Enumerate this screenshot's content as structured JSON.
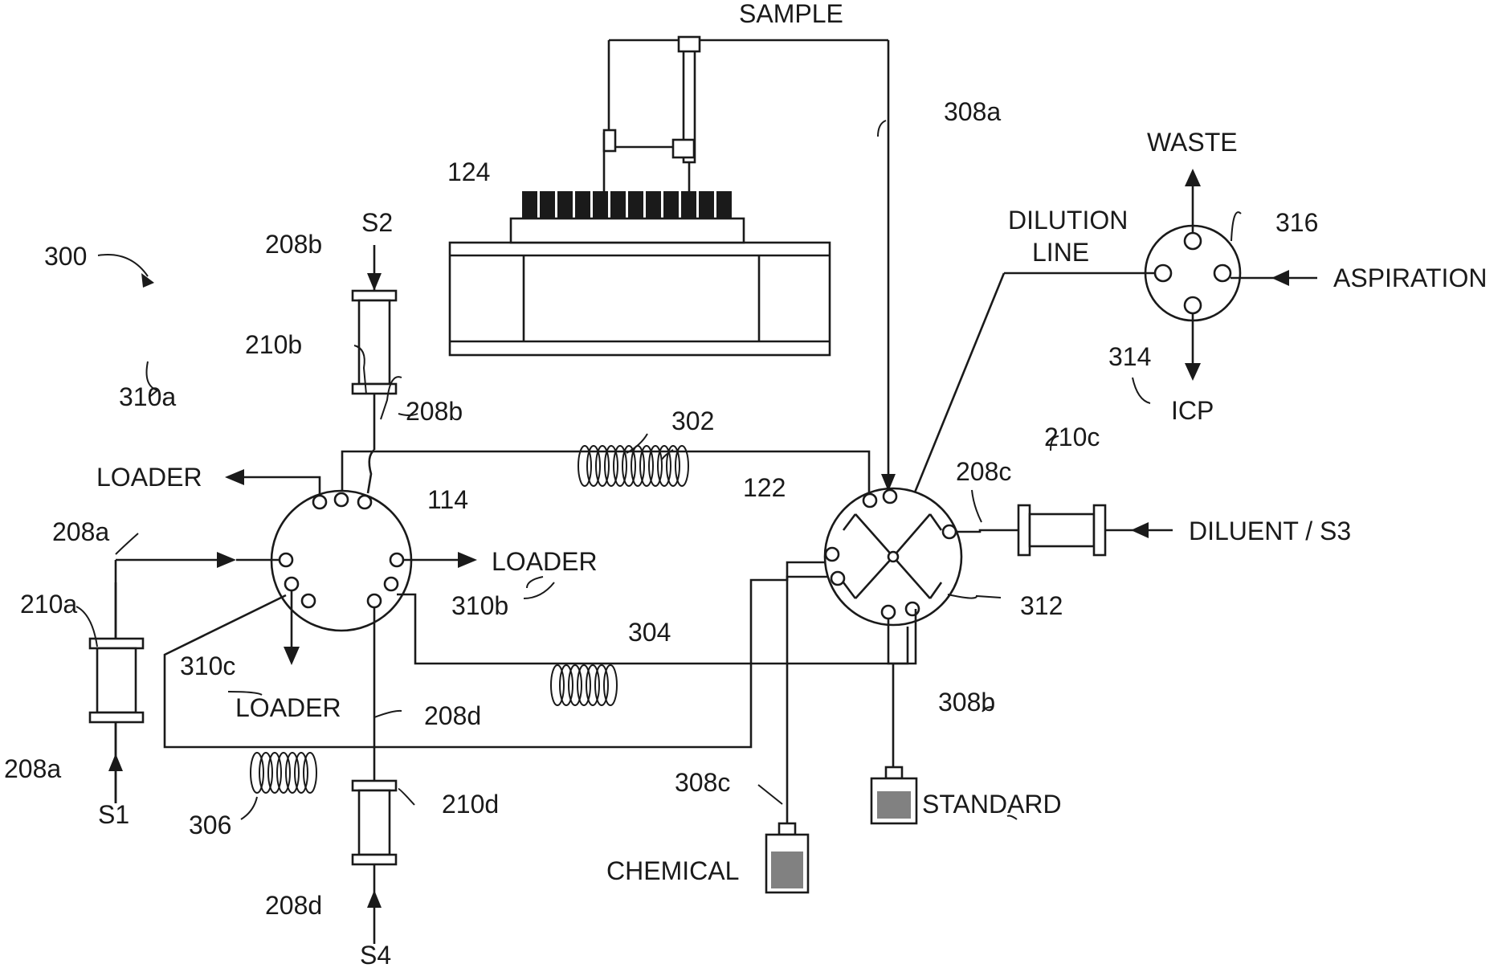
{
  "labels": {
    "sample": "SAMPLE",
    "l308a": "308a",
    "waste": "WASTE",
    "l124": "124",
    "dilution1": "DILUTION",
    "dilution2": "LINE",
    "l316": "316",
    "aspiration": "ASPIRATION",
    "l300": "300",
    "s2": "S2",
    "l208b_top": "208b",
    "l210b": "210b",
    "l314": "314",
    "icp": "ICP",
    "l310a": "310a",
    "l208b_mid": "208b",
    "l302": "302",
    "l210c": "210c",
    "loader_a": "LOADER",
    "l208c": "208c",
    "l114": "114",
    "l122": "122",
    "l208a_top": "208a",
    "loader_b": "LOADER",
    "diluent": "DILUENT / S3",
    "l210a": "210a",
    "l310b": "310b",
    "l312": "312",
    "l304": "304",
    "l310c": "310c",
    "loader_c": "LOADER",
    "l208d_mid": "208d",
    "l308b": "308b",
    "l208a_bot": "208a",
    "s1": "S1",
    "l210d": "210d",
    "l308c": "308c",
    "standard": "STANDARD",
    "l306": "306",
    "chemical": "CHEMICAL",
    "l208d_bot": "208d",
    "s4": "S4"
  },
  "icons": [
    "autosampler-icon",
    "valve-icon",
    "column-icon",
    "coil-icon",
    "bottle-icon",
    "arrow-icon"
  ],
  "colors": {
    "ink": "#1a1a1a",
    "background": "#ffffff"
  }
}
